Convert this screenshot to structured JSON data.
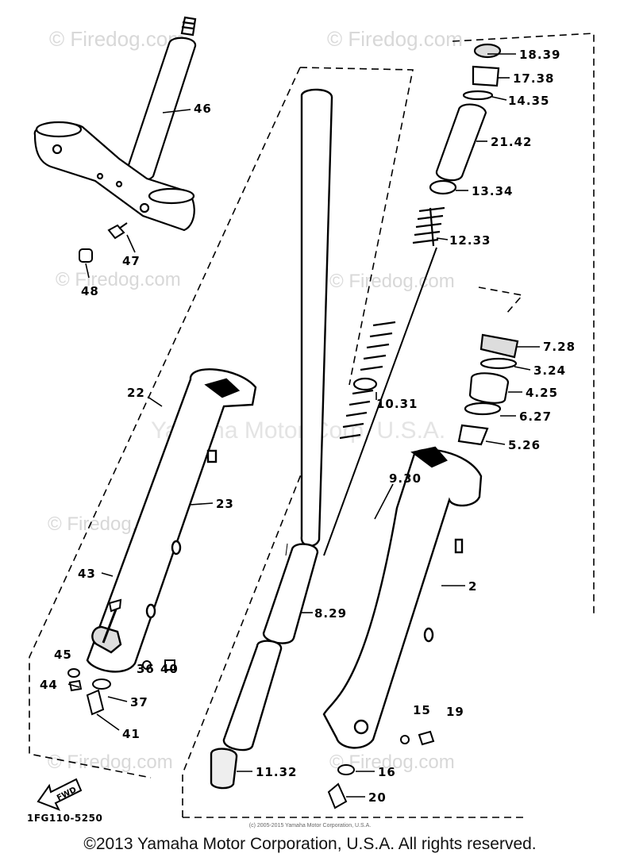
{
  "watermarks": {
    "site": "© Firedog.com",
    "overlay": "Yamaha Motor Corp, U.S.A."
  },
  "parts": {
    "p46": "46",
    "p47": "47",
    "p48": "48",
    "p22": "22",
    "p23": "23",
    "p43": "43",
    "p45": "45",
    "p36": "36",
    "p40": "40",
    "p44": "44",
    "p37": "37",
    "p41": "41",
    "p18_39": "18.39",
    "p17_38": "17.38",
    "p14_35": "14.35",
    "p21_42": "21.42",
    "p13_34": "13.34",
    "p12_33": "12.33",
    "p10_31": "10.31",
    "p9_30": "9.30",
    "p8_29": "8.29",
    "p11_32": "11.32",
    "p7_28": "7.28",
    "p3_24": "3.24",
    "p4_25": "4.25",
    "p6_27": "6.27",
    "p5_26": "5.26",
    "p2": "2",
    "p15": "15",
    "p19": "19",
    "p16": "16",
    "p20": "20"
  },
  "fwd_label": "FWD",
  "part_code": "1FG110-5250",
  "small_copyright": "(c) 2005-2015 Yamaha Motor Corporation, U.S.A.",
  "copyright": "©2013 Yamaha Motor Corporation, U.S.A. All rights reserved."
}
